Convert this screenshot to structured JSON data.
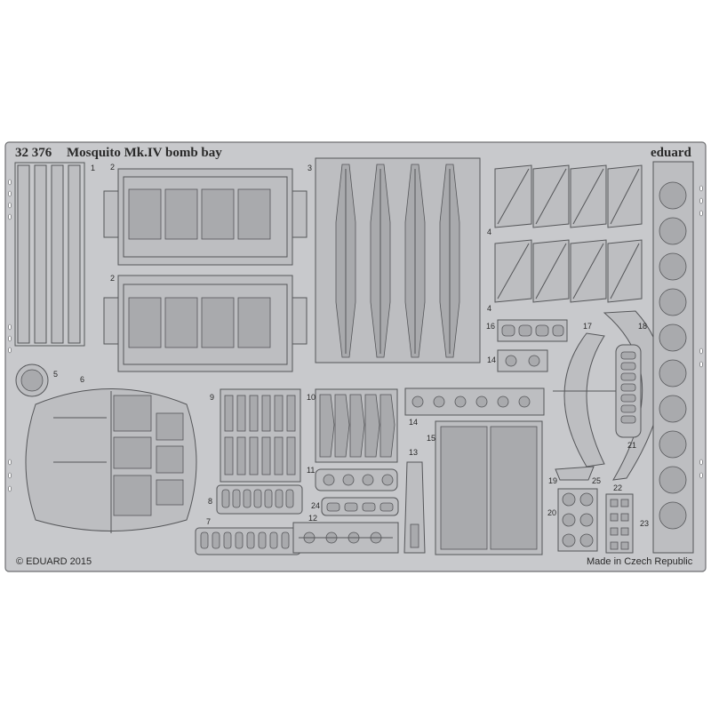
{
  "sheet": {
    "catalog_number": "32 376",
    "title": "Mosquito Mk.IV bomb bay",
    "brand": "eduard",
    "copyright": "© EDUARD 2015",
    "origin": "Made in Czech Republic"
  },
  "part_numbers": {
    "p1": "1",
    "p2a": "2",
    "p2b": "2",
    "p3": "3",
    "p4a": "4",
    "p4b": "4",
    "p5": "5",
    "p6": "6",
    "p7": "7",
    "p8": "8",
    "p9": "9",
    "p10": "10",
    "p11": "11",
    "p12": "12",
    "p13": "13",
    "p14a": "14",
    "p14b": "14",
    "p15": "15",
    "p16": "16",
    "p17": "17",
    "p18": "18",
    "p19": "19",
    "p20": "20",
    "p21": "21",
    "p22": "22",
    "p23": "23",
    "p24": "24",
    "p25": "25"
  },
  "colors": {
    "fret": "#c8c9cc",
    "part": "#bdbec1",
    "line": "#555659",
    "background": "#ffffff"
  }
}
